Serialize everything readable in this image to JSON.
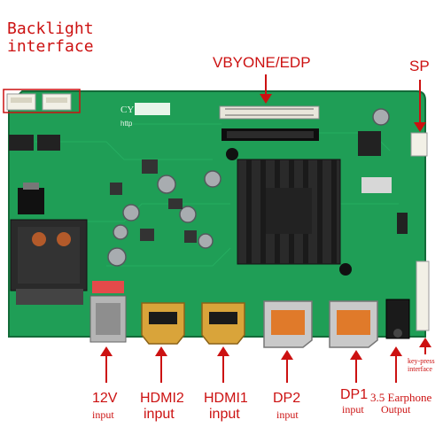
{
  "callouts": {
    "backlight": {
      "line1": "Backlight",
      "line2": "interface"
    },
    "vbyone": {
      "label": "VBYONE/EDP"
    },
    "sp": {
      "label": "SP"
    },
    "keypress": {
      "line1": "key-press",
      "line2": "interface"
    },
    "v12": {
      "line1": "12V",
      "line2": "input"
    },
    "hdmi2": {
      "line1": "HDMI2",
      "line2": "input"
    },
    "hdmi1": {
      "line1": "HDMI1",
      "line2": "input"
    },
    "dp2": {
      "line1": "DP2",
      "line2": "input"
    },
    "dp1": {
      "line1": "DP1",
      "line2": "input"
    },
    "earphone": {
      "line1": "3.5 Earphone",
      "line2": "Output"
    }
  },
  "silkscreen": {
    "brand": "CY",
    "web": "http"
  },
  "colors": {
    "label": "#cc1111",
    "pcb": "#1f9e56",
    "pcb_dark": "#177a42",
    "heatsink": "#2a2a2a",
    "hdmi_gold": "#d9a43a",
    "dp_orange": "#e07a2a"
  }
}
